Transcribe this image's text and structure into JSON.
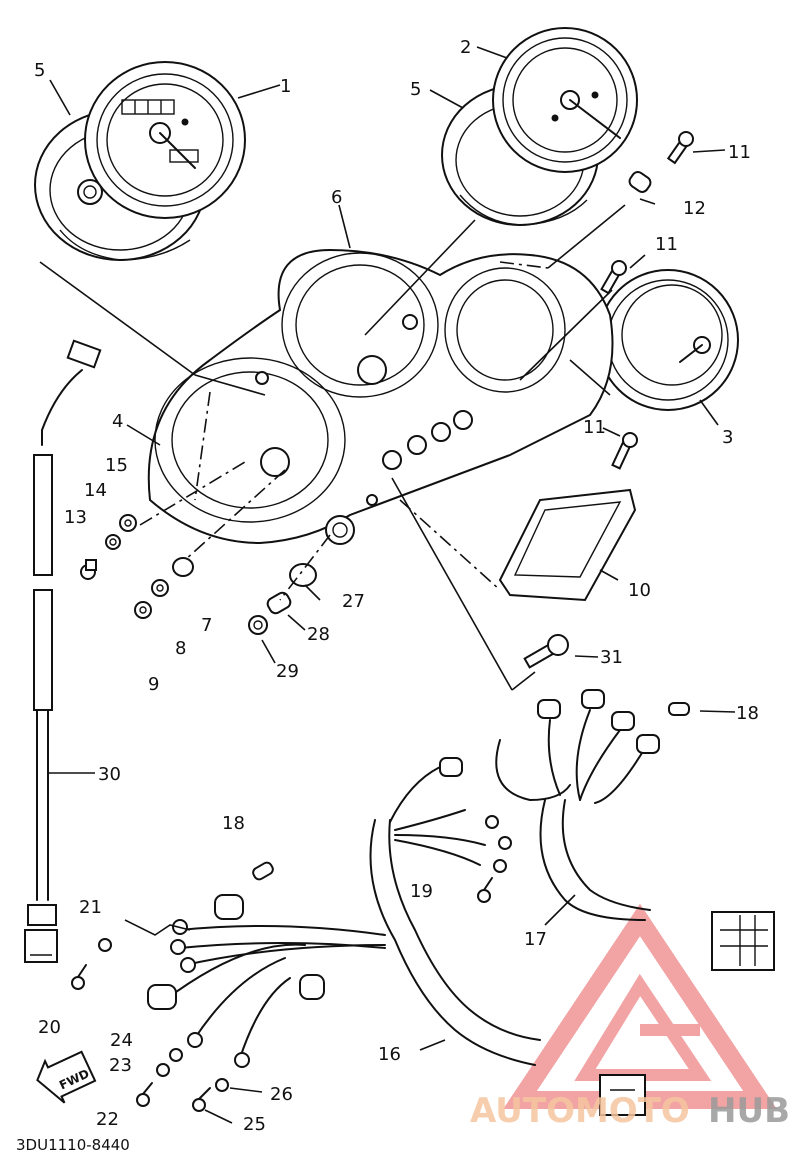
{
  "diagram_code": "3DU1110-8440",
  "fwd_label": "FWD",
  "watermark": {
    "part1": "AUTOMOTO",
    "part2": "HUB",
    "color1": "#f5c6a0",
    "color2": "#9a9a9a",
    "logo_color": "#e85a5a"
  },
  "callouts": [
    "1",
    "2",
    "3",
    "4",
    "5",
    "5",
    "6",
    "7",
    "8",
    "9",
    "10",
    "11",
    "11",
    "11",
    "12",
    "13",
    "14",
    "15",
    "16",
    "17",
    "18",
    "18",
    "19",
    "20",
    "21",
    "22",
    "23",
    "24",
    "25",
    "26",
    "27",
    "28",
    "29",
    "30",
    "31"
  ]
}
